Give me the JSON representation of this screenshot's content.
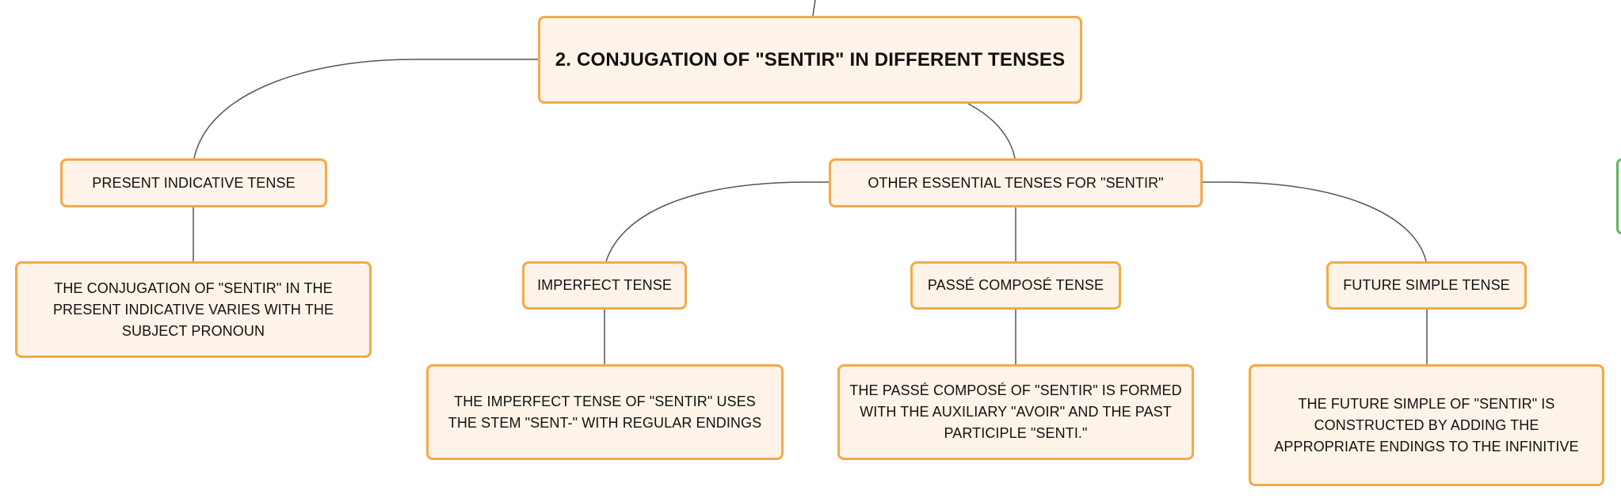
{
  "diagram": {
    "root": {
      "label": "2. CONJUGATION OF \"SENTIR\" IN DIFFERENT TENSES"
    },
    "present": {
      "label": "PRESENT INDICATIVE TENSE",
      "detail": "THE CONJUGATION OF \"SENTIR\" IN THE PRESENT INDICATIVE VARIES WITH THE SUBJECT PRONOUN"
    },
    "other": {
      "label": "OTHER ESSENTIAL TENSES FOR \"SENTIR\"",
      "children": [
        {
          "label": "IMPERFECT TENSE",
          "detail": "THE IMPERFECT TENSE OF \"SENTIR\" USES THE STEM \"SENT-\" WITH REGULAR ENDINGS"
        },
        {
          "label": "PASSÉ COMPOSÉ TENSE",
          "detail": "THE PASSÉ COMPOSÉ OF \"SENTIR\" IS FORMED WITH THE AUXILIARY \"AVOIR\" AND THE PAST PARTICIPLE \"SENTI.\""
        },
        {
          "label": "FUTURE SIMPLE TENSE",
          "detail": "THE FUTURE SIMPLE OF \"SENTIR\" IS CONSTRUCTED BY ADDING THE APPROPRIATE ENDINGS TO THE INFINITIVE"
        }
      ]
    }
  },
  "colors": {
    "node_fill": "#fef3e8",
    "node_border": "#f4a94a",
    "connector": "#555555",
    "side_tab_border": "#5cb85c"
  }
}
